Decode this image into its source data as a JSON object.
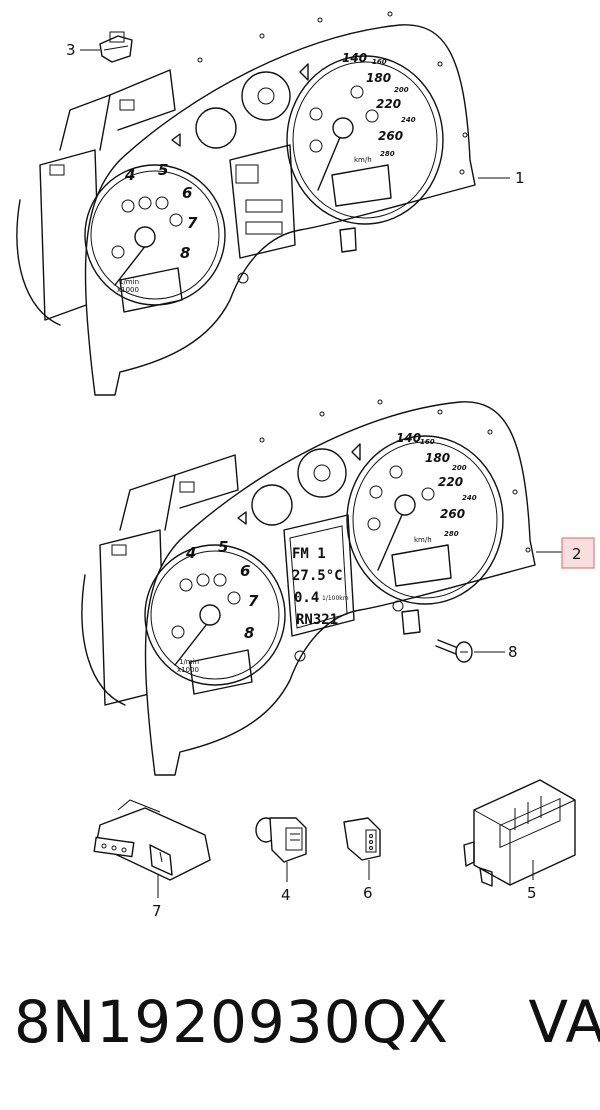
{
  "callouts": {
    "c1": "1",
    "c2": "2",
    "c3": "3",
    "c4": "4",
    "c5": "5",
    "c6": "6",
    "c7": "7",
    "c8": "8"
  },
  "speedometer": {
    "ticks": [
      "140",
      "160",
      "180",
      "200",
      "220",
      "240",
      "260",
      "280"
    ],
    "unit": "km/h"
  },
  "tachometer": {
    "ticks": [
      "4",
      "5",
      "6",
      "7",
      "8"
    ],
    "unit_line1": "1/min",
    "unit_line2": "x1000"
  },
  "display": {
    "line1": "FM 1",
    "line2": "27.5°C",
    "line3_value": "0.4",
    "line3_unit": "1/100km",
    "line4": "RN321"
  },
  "footer": {
    "part_number": "8N1920930QX",
    "brand": "VAG"
  },
  "colors": {
    "line": "#111111",
    "highlight_fill": "#f9dede",
    "highlight_stroke": "#e07b86"
  }
}
